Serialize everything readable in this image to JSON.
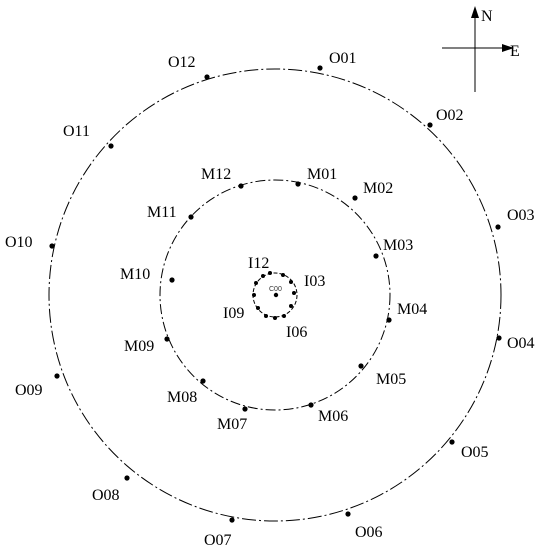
{
  "compass": {
    "north_label": "N",
    "east_label": "E"
  },
  "center": {
    "label": "C00"
  },
  "inner_ring": {
    "points": [
      "",
      "",
      "I03",
      "",
      "",
      "I06",
      "",
      "",
      "I09",
      "",
      "",
      "I12"
    ]
  },
  "middle_ring": {
    "points": [
      "M01",
      "M02",
      "M03",
      "M04",
      "M05",
      "M06",
      "M07",
      "M08",
      "M09",
      "M10",
      "M11",
      "M12"
    ]
  },
  "outer_ring": {
    "points": [
      "O01",
      "O02",
      "O03",
      "O04",
      "O05",
      "O06",
      "O07",
      "O08",
      "O09",
      "O10",
      "O11",
      "O12"
    ]
  }
}
